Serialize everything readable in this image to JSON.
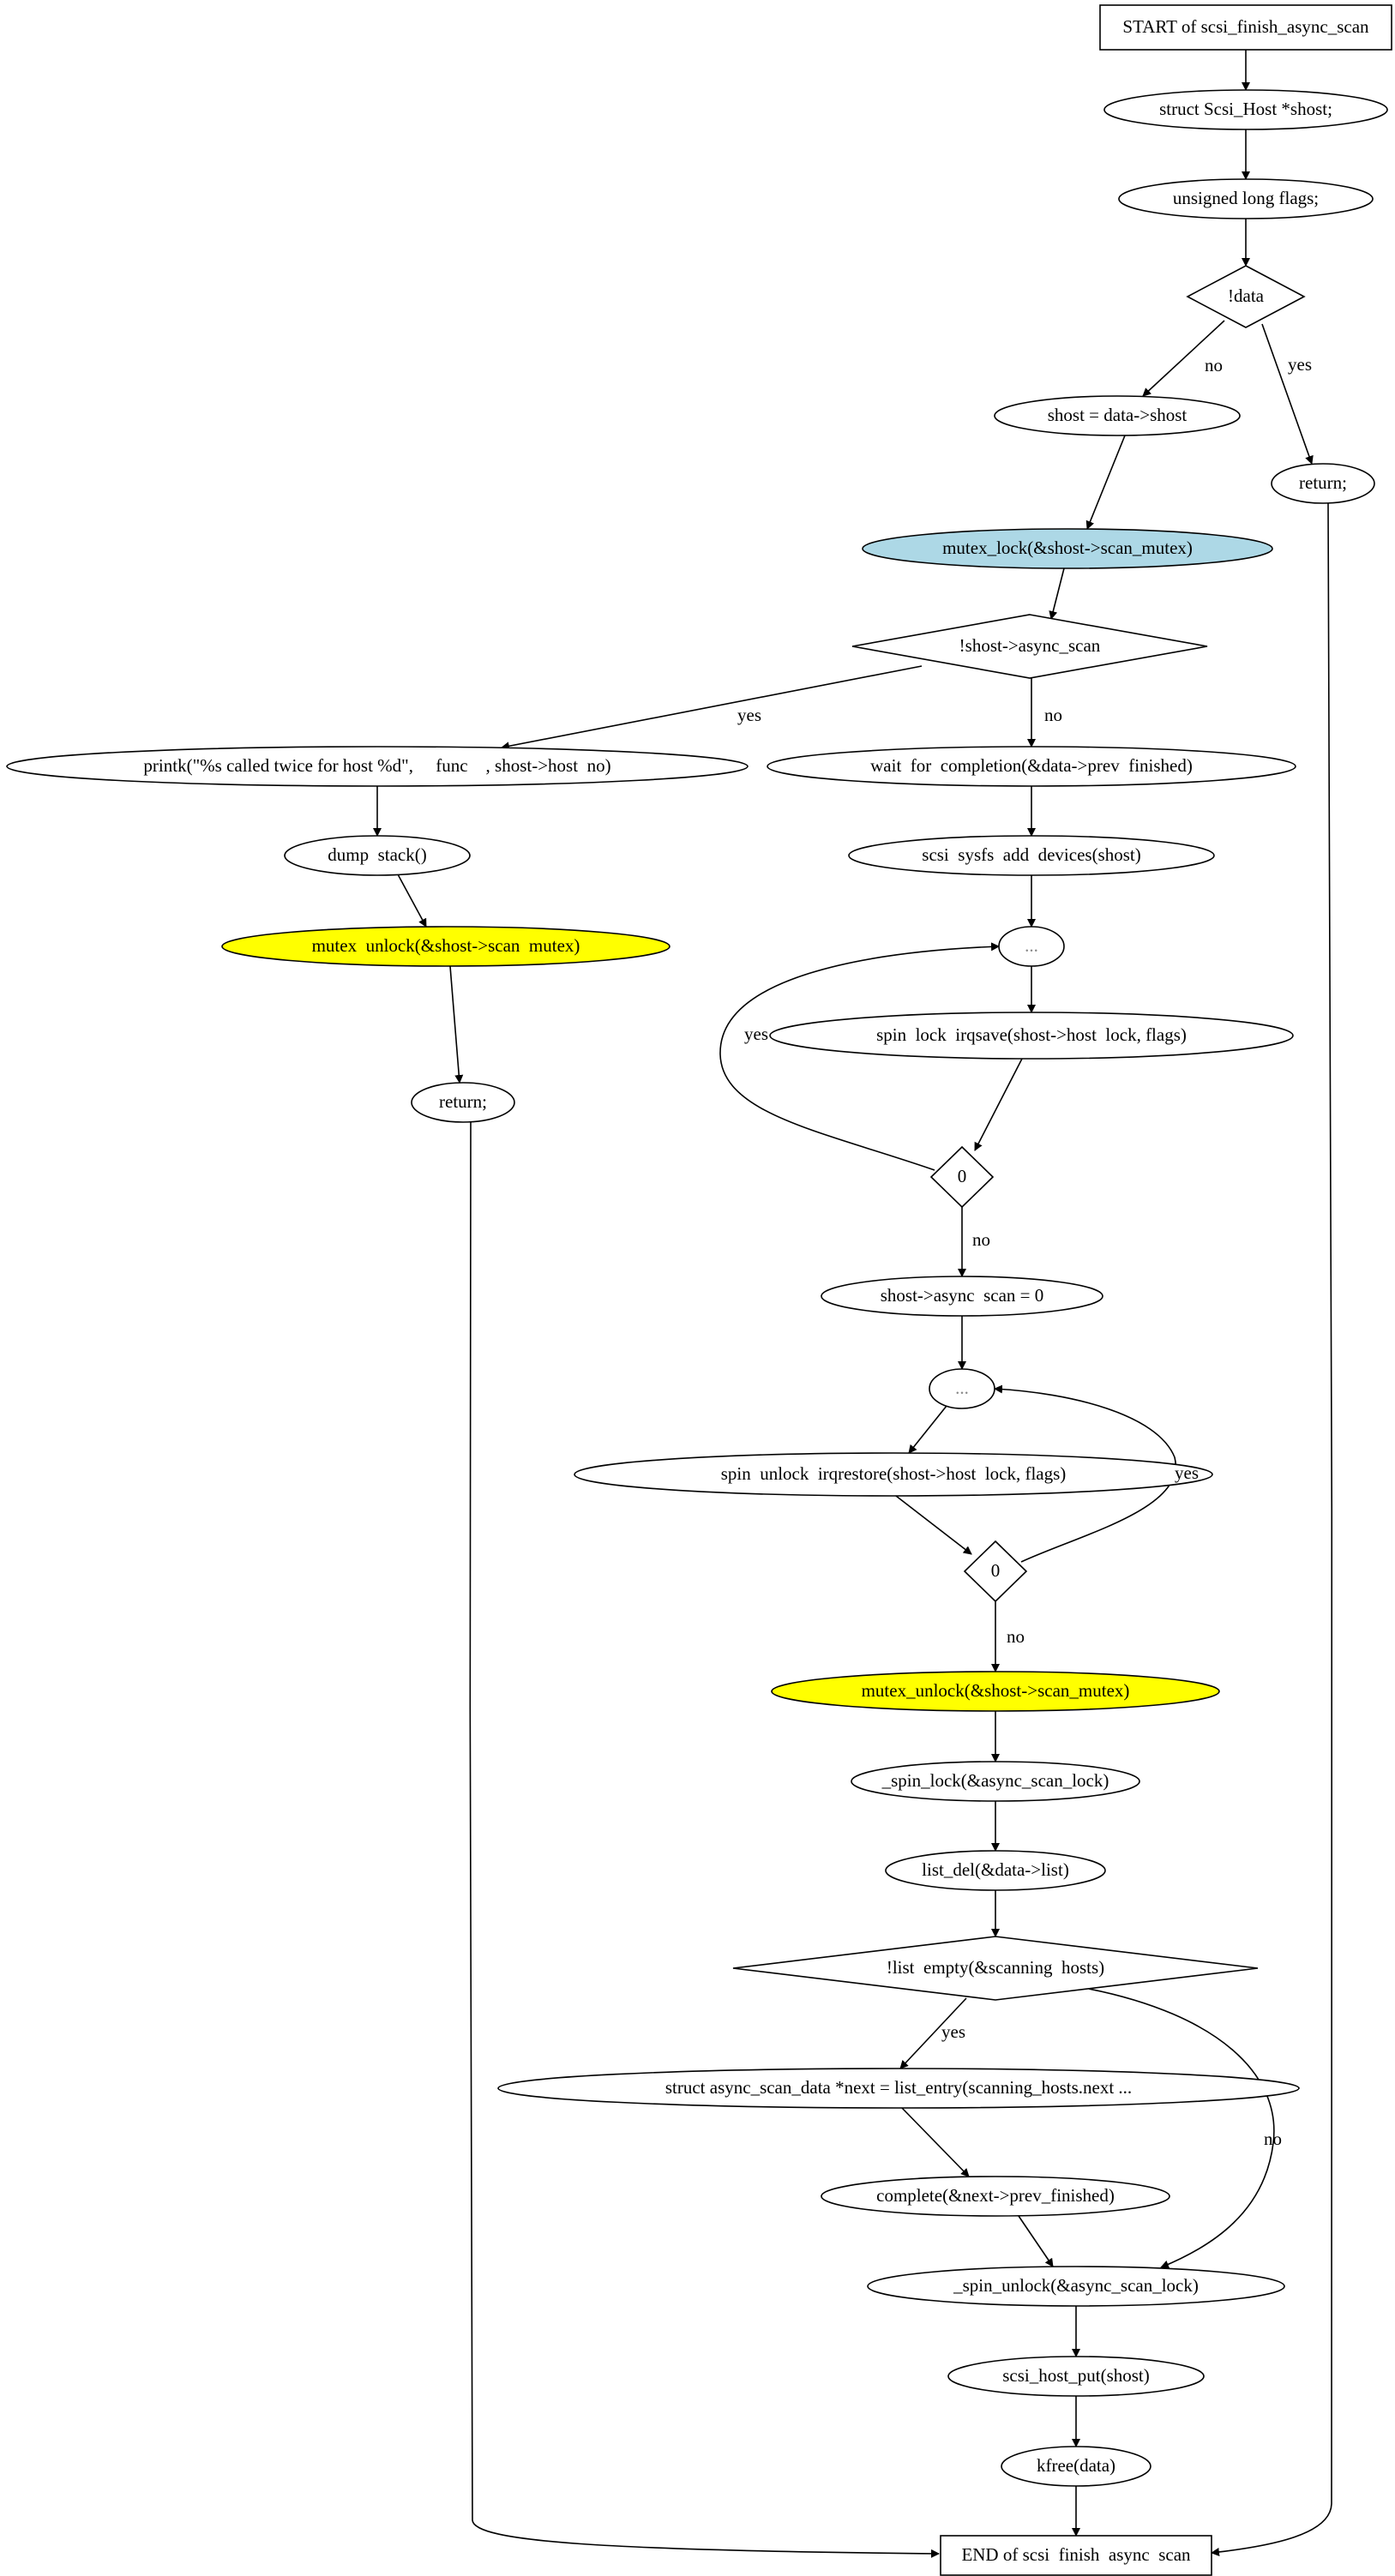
{
  "title": "",
  "colors": {
    "lightblue": "#add8e6",
    "yellow": "#ffff00",
    "white": "#ffffff",
    "line": "#000000"
  },
  "nodes": {
    "start": {
      "label": "START of scsi_finish_async_scan",
      "shape": "box"
    },
    "shost_decl": {
      "label": "struct Scsi_Host *shost;",
      "shape": "ellipse"
    },
    "flags_decl": {
      "label": "unsigned long flags;",
      "shape": "ellipse"
    },
    "cond_data": {
      "label": "!data",
      "shape": "diamond"
    },
    "shost_assign": {
      "label": "shost = data->shost",
      "shape": "ellipse"
    },
    "return_right": {
      "label": "return;",
      "shape": "ellipse"
    },
    "mutex_lock": {
      "label": "mutex_lock(&shost->scan_mutex)",
      "shape": "ellipse",
      "fill": "lightblue"
    },
    "cond_async": {
      "label": "!shost->async_scan",
      "shape": "diamond"
    },
    "printk": {
      "label": "printk(\"%s called twice for host %d\",     func    , shost->host  no)",
      "shape": "ellipse"
    },
    "wait_completion": {
      "label": "wait  for  completion(&data->prev  finished)",
      "shape": "ellipse"
    },
    "dump_stack": {
      "label": "dump  stack()",
      "shape": "ellipse"
    },
    "sysfs_add": {
      "label": "scsi  sysfs  add  devices(shost)",
      "shape": "ellipse"
    },
    "mutex_unlock_left": {
      "label": "mutex  unlock(&shost->scan  mutex)",
      "shape": "ellipse",
      "fill": "yellow"
    },
    "loop1": {
      "label": "...",
      "shape": "ellipse"
    },
    "spin_lock_irqsave": {
      "label": "spin  lock  irqsave(shost->host  lock, flags)",
      "shape": "ellipse"
    },
    "return_left": {
      "label": "return;",
      "shape": "ellipse"
    },
    "cond_zero1": {
      "label": "0",
      "shape": "diamond"
    },
    "async_zero": {
      "label": "shost->async  scan = 0",
      "shape": "ellipse"
    },
    "loop2": {
      "label": "...",
      "shape": "ellipse"
    },
    "spin_unlock_irqrestore": {
      "label": "spin  unlock  irqrestore(shost->host  lock, flags)",
      "shape": "ellipse"
    },
    "cond_zero2": {
      "label": "0",
      "shape": "diamond"
    },
    "mutex_unlock_main": {
      "label": "mutex_unlock(&shost->scan_mutex)",
      "shape": "ellipse",
      "fill": "yellow"
    },
    "spin_lock_scan": {
      "label": "_spin_lock(&async_scan_lock)",
      "shape": "ellipse"
    },
    "list_del": {
      "label": "list_del(&data->list)",
      "shape": "ellipse"
    },
    "cond_list_empty": {
      "label": "!list  empty(&scanning  hosts)",
      "shape": "diamond"
    },
    "next_decl": {
      "label": "struct async_scan_data *next = list_entry(scanning_hosts.next ...",
      "shape": "ellipse"
    },
    "complete_next": {
      "label": "complete(&next->prev_finished)",
      "shape": "ellipse"
    },
    "spin_unlock_scan": {
      "label": "_spin_unlock(&async_scan_lock)",
      "shape": "ellipse"
    },
    "host_put": {
      "label": "scsi_host_put(shost)",
      "shape": "ellipse"
    },
    "kfree": {
      "label": "kfree(data)",
      "shape": "ellipse"
    },
    "end": {
      "label": "END of scsi  finish  async  scan",
      "shape": "box"
    }
  },
  "edges": [
    {
      "from": "start",
      "to": "shost_decl",
      "label": ""
    },
    {
      "from": "shost_decl",
      "to": "flags_decl",
      "label": ""
    },
    {
      "from": "flags_decl",
      "to": "cond_data",
      "label": ""
    },
    {
      "from": "cond_data",
      "to": "shost_assign",
      "label": "no"
    },
    {
      "from": "cond_data",
      "to": "return_right",
      "label": "yes"
    },
    {
      "from": "shost_assign",
      "to": "mutex_lock",
      "label": ""
    },
    {
      "from": "mutex_lock",
      "to": "cond_async",
      "label": ""
    },
    {
      "from": "cond_async",
      "to": "printk",
      "label": "yes"
    },
    {
      "from": "cond_async",
      "to": "wait_completion",
      "label": "no"
    },
    {
      "from": "printk",
      "to": "dump_stack",
      "label": ""
    },
    {
      "from": "dump_stack",
      "to": "mutex_unlock_left",
      "label": ""
    },
    {
      "from": "mutex_unlock_left",
      "to": "return_left",
      "label": ""
    },
    {
      "from": "return_left",
      "to": "end",
      "label": ""
    },
    {
      "from": "return_right",
      "to": "end",
      "label": ""
    },
    {
      "from": "wait_completion",
      "to": "sysfs_add",
      "label": ""
    },
    {
      "from": "sysfs_add",
      "to": "loop1",
      "label": ""
    },
    {
      "from": "loop1",
      "to": "spin_lock_irqsave",
      "label": ""
    },
    {
      "from": "spin_lock_irqsave",
      "to": "cond_zero1",
      "label": ""
    },
    {
      "from": "cond_zero1",
      "to": "loop1",
      "label": "yes"
    },
    {
      "from": "cond_zero1",
      "to": "async_zero",
      "label": "no"
    },
    {
      "from": "async_zero",
      "to": "loop2",
      "label": ""
    },
    {
      "from": "loop2",
      "to": "spin_unlock_irqrestore",
      "label": ""
    },
    {
      "from": "spin_unlock_irqrestore",
      "to": "cond_zero2",
      "label": ""
    },
    {
      "from": "cond_zero2",
      "to": "loop2",
      "label": "yes"
    },
    {
      "from": "cond_zero2",
      "to": "mutex_unlock_main",
      "label": "no"
    },
    {
      "from": "mutex_unlock_main",
      "to": "spin_lock_scan",
      "label": ""
    },
    {
      "from": "spin_lock_scan",
      "to": "list_del",
      "label": ""
    },
    {
      "from": "list_del",
      "to": "cond_list_empty",
      "label": ""
    },
    {
      "from": "cond_list_empty",
      "to": "next_decl",
      "label": "yes"
    },
    {
      "from": "cond_list_empty",
      "to": "spin_unlock_scan",
      "label": "no"
    },
    {
      "from": "next_decl",
      "to": "complete_next",
      "label": ""
    },
    {
      "from": "complete_next",
      "to": "spin_unlock_scan",
      "label": ""
    },
    {
      "from": "spin_unlock_scan",
      "to": "host_put",
      "label": ""
    },
    {
      "from": "host_put",
      "to": "kfree",
      "label": ""
    },
    {
      "from": "kfree",
      "to": "end",
      "label": ""
    }
  ]
}
